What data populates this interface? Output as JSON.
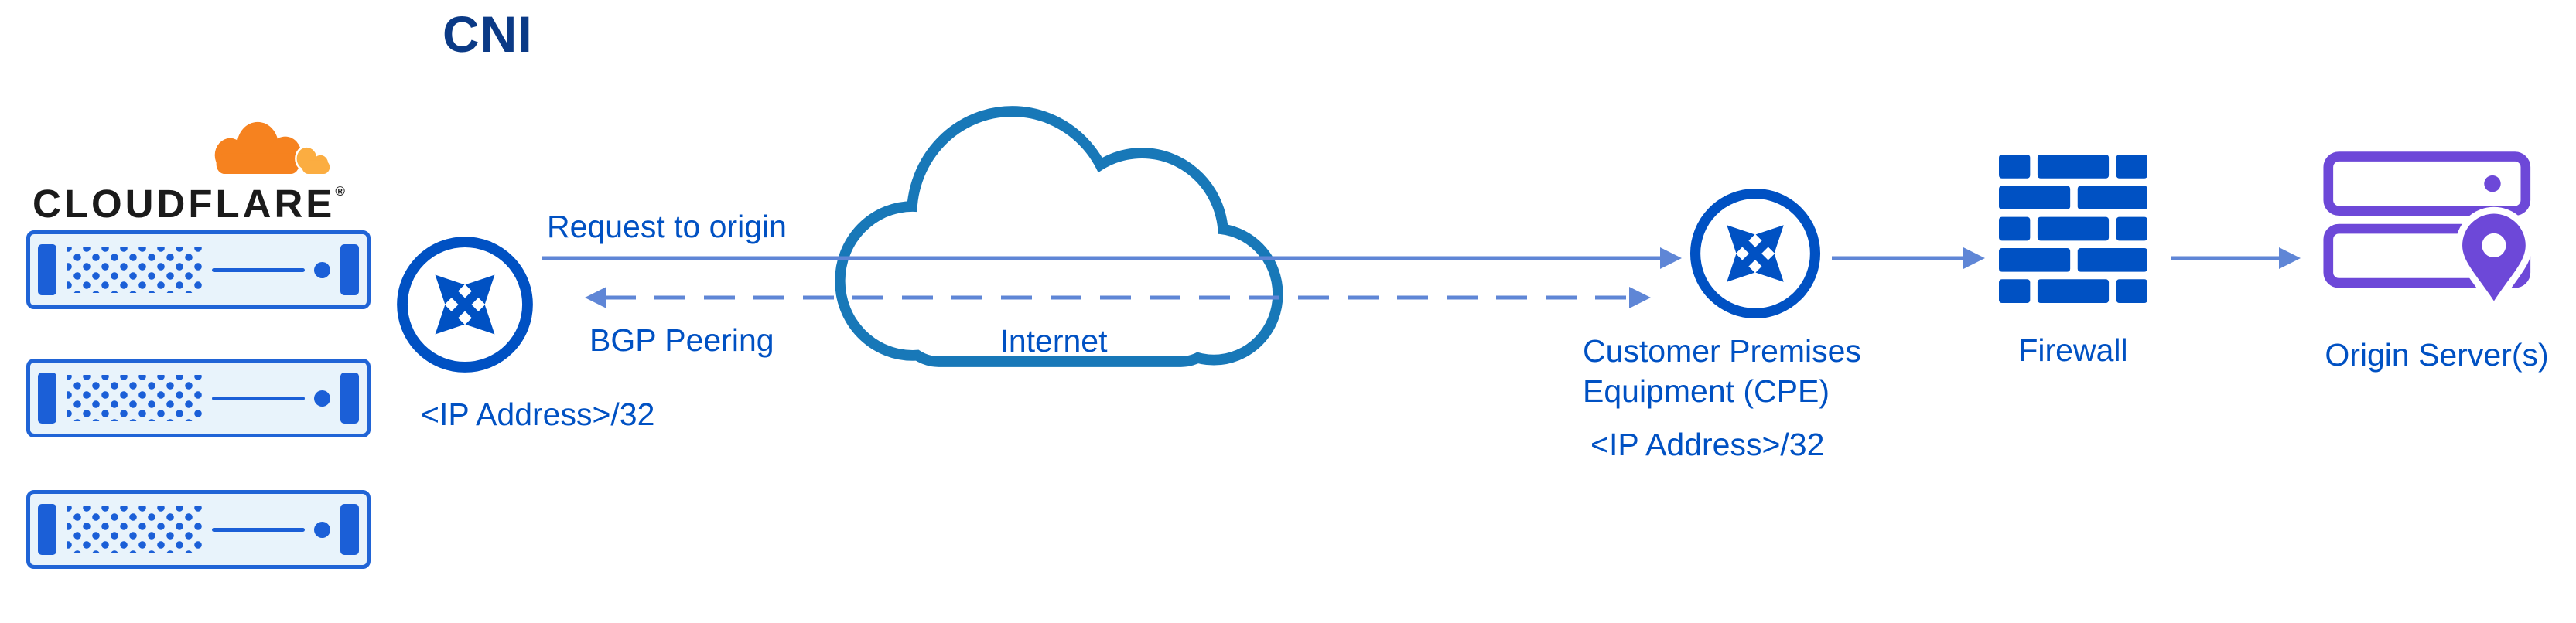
{
  "diagram": {
    "title": "CNI",
    "cloudflare": {
      "wordmark": "CLOUDFLARE",
      "reg_mark": "®",
      "server_count": 3
    },
    "edge_router": {
      "ip_label": "<IP Address>/32"
    },
    "flows": {
      "request": "Request to origin",
      "bgp": "BGP Peering"
    },
    "internet": {
      "label": "Internet"
    },
    "cpe": {
      "name": "Customer Premises Equipment (CPE)",
      "ip_label": "<IP Address>/32"
    },
    "firewall": {
      "label": "Firewall"
    },
    "origin": {
      "label": "Origin Server(s)"
    },
    "icons": [
      "cloudflare-cloud-icon",
      "server-icon",
      "router-icon",
      "internet-cloud-icon",
      "firewall-brick-icon",
      "origin-server-icon",
      "location-pin-icon"
    ],
    "colors": {
      "primary_blue": "#0051c3",
      "arrow_blue": "#5f86d6",
      "cloud_stroke": "#1878b8",
      "server_blue": "#1b5fd7",
      "server_border": "#2064d6",
      "server_fill": "#e8f3fb",
      "purple": "#6d48d8",
      "orange": "#f6821f",
      "light_orange": "#fbad41",
      "title_navy": "#0b3a86",
      "wordmark_black": "#1b1b1b"
    }
  }
}
